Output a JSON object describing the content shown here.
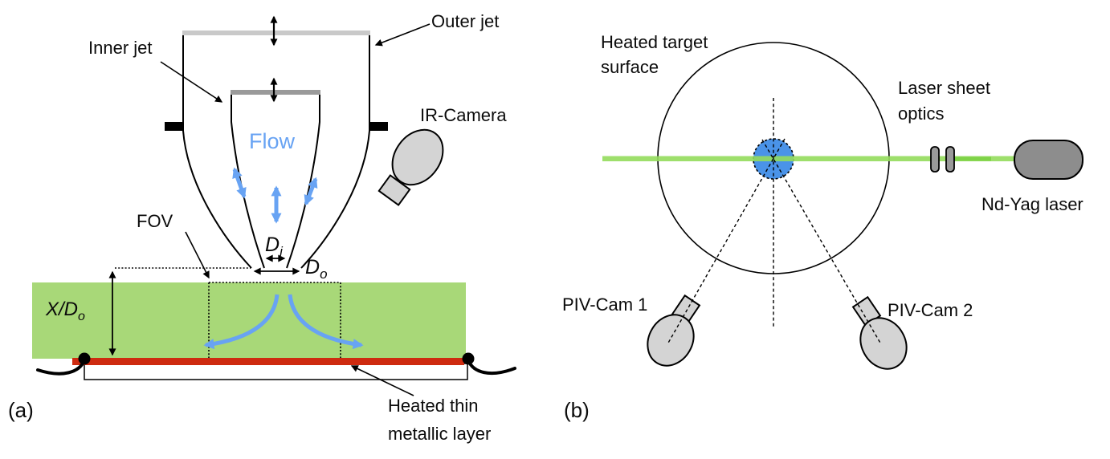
{
  "figure": {
    "panel_a": {
      "tag": "(a)",
      "labels": {
        "inner_jet": "Inner jet",
        "outer_jet": "Outer jet",
        "ir_camera": "IR-Camera",
        "flow": "Flow",
        "fov": "FOV",
        "d_i": {
          "base": "D",
          "sub": "i"
        },
        "d_o": {
          "base": "D",
          "sub": "o"
        },
        "x_do": {
          "base": "X/D",
          "sub": "o"
        },
        "heated_layer_line1": "Heated thin",
        "heated_layer_line2": "metallic layer"
      }
    },
    "panel_b": {
      "tag": "(b)",
      "labels": {
        "heated_target_line1": "Heated target",
        "heated_target_line2": "surface",
        "laser_optics_line1": "Laser sheet",
        "laser_optics_line2": "optics",
        "nd_yag": "Nd-Yag laser",
        "piv_cam_1": "PIV-Cam 1",
        "piv_cam_2": "PIV-Cam 2"
      }
    },
    "colors": {
      "flow_blue": "#68A3F3",
      "laser_sheet_green": "#A8D878",
      "beam_green": "#94DB5C",
      "heater_red": "#CE2B10",
      "impingement_blue": "#4A93E8",
      "camera_gray": "#D4D4D4",
      "laser_body_gray": "#8D8D8D",
      "outer_lid_gray": "#C9C9C9",
      "inner_lid_gray": "#9A9A9A"
    }
  }
}
